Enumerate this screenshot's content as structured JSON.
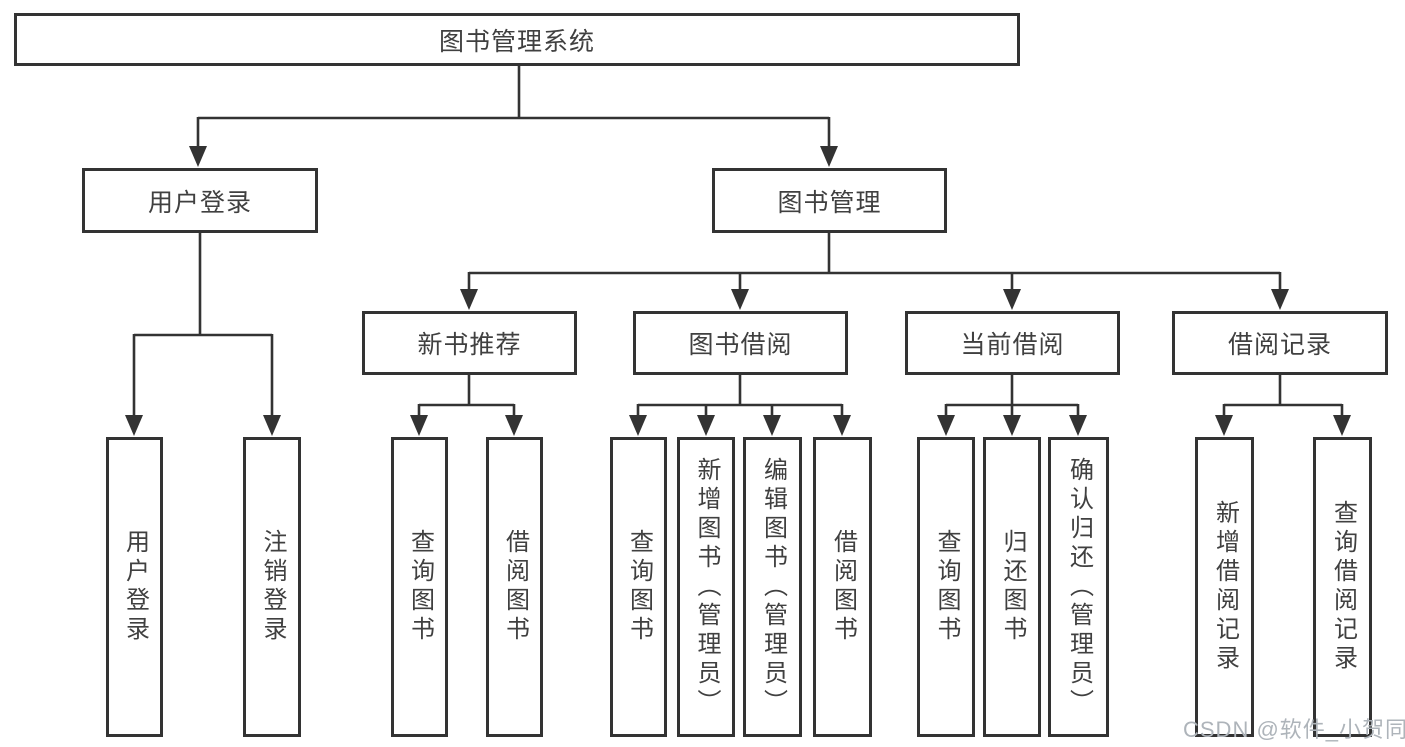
{
  "diagram": {
    "root": {
      "label": "图书管理系统"
    },
    "level2": {
      "user_login": {
        "label": "用户登录"
      },
      "book_management": {
        "label": "图书管理"
      }
    },
    "level3": {
      "new_book_recommend": {
        "label": "新书推荐"
      },
      "book_borrow": {
        "label": "图书借阅"
      },
      "current_borrow": {
        "label": "当前借阅"
      },
      "borrow_records": {
        "label": "借阅记录"
      }
    },
    "leaves": {
      "user_login_group": [
        "用户登录",
        "注销登录"
      ],
      "new_book_group": [
        "查询图书",
        "借阅图书"
      ],
      "book_borrow_group": [
        "查询图书",
        "新增图书（管理员）",
        "编辑图书（管理员）",
        "借阅图书"
      ],
      "current_borrow_group": [
        "查询图书",
        "归还图书",
        "确认归还（管理员）"
      ],
      "borrow_records_group": [
        "新增借阅记录",
        "查询借阅记录"
      ]
    }
  },
  "watermark": {
    "text": "CSDN @软件_小贺同学"
  },
  "colors": {
    "line": "#333333",
    "text": "#404040",
    "watermark": "#aeb4ba",
    "background": "#ffffff"
  }
}
